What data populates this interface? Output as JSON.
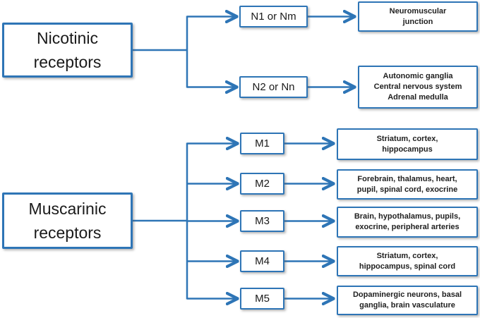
{
  "diagram": {
    "colors": {
      "line": "#2E75B6",
      "box_border": "#2E75B6",
      "main_text": "#1a1a1a",
      "location_text": "#212121",
      "background": "#ffffff"
    },
    "nicotinic": {
      "root": "Nicotinic receptors",
      "branches": [
        {
          "subtype": "N1 or Nm",
          "location": "Neuromuscular\njunction"
        },
        {
          "subtype": "N2 or Nn",
          "location": "Autonomic ganglia\nCentral nervous system\nAdrenal medulla"
        }
      ]
    },
    "muscarinic": {
      "root": "Muscarinic receptors",
      "branches": [
        {
          "subtype": "M1",
          "location": "Striatum, cortex,\nhippocampus"
        },
        {
          "subtype": "M2",
          "location": "Forebrain, thalamus, heart,\npupil, spinal cord, exocrine"
        },
        {
          "subtype": "M3",
          "location": "Brain, hypothalamus, pupils,\nexocrine, peripheral arteries"
        },
        {
          "subtype": "M4",
          "location": "Striatum, cortex,\nhippocampus, spinal cord"
        },
        {
          "subtype": "M5",
          "location": "Dopaminergic neurons, basal\nganglia, brain vasculature"
        }
      ]
    }
  }
}
